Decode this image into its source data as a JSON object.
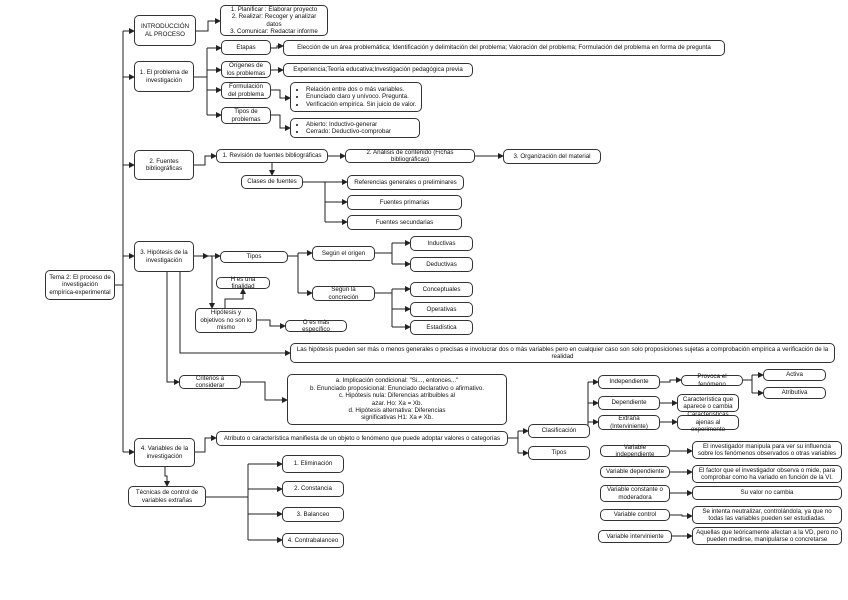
{
  "root": "Tema 2: El proceso  de investigación empírica-experimental",
  "intro": {
    "title": "INTRODUCCIÓN AL PROCESO",
    "steps": [
      "1. Planificar : Elaborar proyecto",
      "2. Realizar: Recoger y analizar datos",
      "3. Comunicar: Redactar informe"
    ]
  },
  "s1": {
    "title": "1. El problema de investigación",
    "etapas": "Etapas",
    "etapas_detail": "Elección de un área problemática; Identificación y delimitación del problema; Valoración del problema; Formulación del problema en forma de pregunta",
    "origenes": "Orígenes de los problemas",
    "origenes_detail": "Experiencia;Teoría educativa;Investigación pedagógica previa",
    "formulacion": "Formulación del problema",
    "formulacion_items": [
      "Relación entre dos o más variables.",
      "Enunciado claro y unívoco. Pregunta.",
      "Verificación empírica. Sin juicio de valor."
    ],
    "tipos": "Tipos de problemas",
    "tipos_items": [
      "Abierto: Inductivo-generar",
      "Cerrado: Deductivo-comprobar"
    ]
  },
  "s2": {
    "title": "2. Fuentes bibliográficas",
    "step1": "1. Revisión de fuentes bibliográficas",
    "step2": "2. Análisis de contenido (Fichas bibliográficas)",
    "step3": "3. Organización del material",
    "clases": "Clases de fuentes",
    "clases_items": [
      "Referencias generales o preliminares",
      "Fuentes primarias",
      "Fuentes secundarias"
    ]
  },
  "s3": {
    "title": "3. Hipótesis de la investigación",
    "tipos": "Tipos",
    "origen": "Según el origen",
    "origen_items": [
      "Inductivas",
      "Deductivas"
    ],
    "concrecion": "Según la concreción",
    "concrecion_items": [
      "Conceptuales",
      "Operativas",
      "Estadística"
    ],
    "hyo": "Hipótesis y objetivos no son lo mismo",
    "finalidad": "H es una finalidad",
    "especifico": "O es más específico",
    "nota": "Las hipótesis pueden ser más o menos generales o precisas e involucrar dos o más variables pero en cualquier caso son solo proposiciones sujetas a comprobación empírica a verificación de la realidad",
    "criterios": "Criterios a considerar",
    "criterios_items": [
      "a. Implicación condicional: \"Si..., entonces...\"",
      "b. Enunciado proposicional: Enunciado declarativo o afirmativo.",
      "c. Hipótesis nula: Diferencias atribuibles al azar. Ho: Xa = Xb.",
      "d. Hipótesis alternativa: Diferencias significativas H1: Xa ≠ Xb."
    ]
  },
  "s4": {
    "title": "4. Variables de la investigación",
    "definicion": "Atributo o característica manifiesta de un objeto o fenómeno que puede adoptar valores o categorías",
    "clasificacion": "Clasificación",
    "tipos": "Tipos",
    "independiente": "Independiente",
    "provoca": "Provoca el fenómeno",
    "activa": "Activa",
    "atributiva": "Atributiva",
    "dependiente": "Dependiente",
    "dependiente_detail": "Característica que aparece o cambia",
    "extrana": "Extraña (Interviniente)",
    "extrana_detail": "Características ajenas al experimento",
    "tipos_rows": [
      {
        "name": "Variable independiente",
        "desc": "El investigador manipula para ver su influencia sobre los fenómenos observados o otras variables"
      },
      {
        "name": "Variable dependiente",
        "desc": "El factor que el investigador observa o mide, para comprobar como ha variado en función de la VI."
      },
      {
        "name": "Variable constante o moderadora",
        "desc": "Su valor no cambia"
      },
      {
        "name": "Variable control",
        "desc": "Se intenta neutralizar, controlándola, ya que no todas las variables pueden ser estudiadas."
      },
      {
        "name": "Variable interviniente",
        "desc": "Aquellas que teóricamente afectan a la VD, pero no pueden medirse, manipularse o concretarse"
      }
    ],
    "tecnicas": "Técnicas de control de variables extrañas",
    "tecnicas_items": [
      "1. Eliminación",
      "2. Constancia",
      "3. Balanceo",
      "4. Contrabalanceo"
    ]
  }
}
